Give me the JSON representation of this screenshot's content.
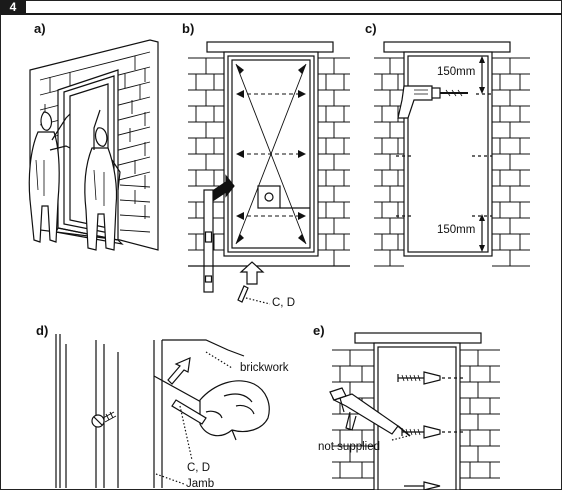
{
  "step_number": "4",
  "panels": {
    "a": {
      "label": "a)"
    },
    "b": {
      "label": "b)",
      "callout": "C, D"
    },
    "c": {
      "label": "c)",
      "top_measure": "150mm",
      "bottom_measure": "150mm"
    },
    "d": {
      "label": "d)",
      "brickwork": "brickwork",
      "callout": "C, D",
      "jamb": "Jamb"
    },
    "e": {
      "label": "e)",
      "not_supplied": "not supplied"
    }
  }
}
